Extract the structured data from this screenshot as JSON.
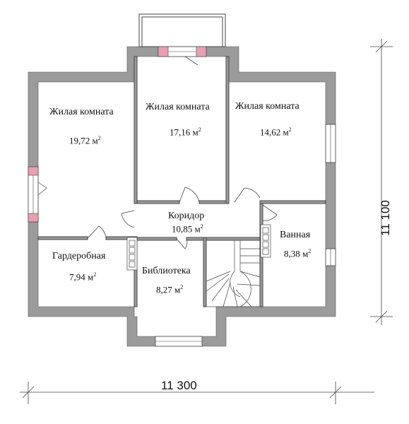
{
  "rooms": [
    {
      "id": "living-1",
      "name": "Жилая комната",
      "area": "19,72 м",
      "unit_exp": "2"
    },
    {
      "id": "living-2",
      "name": "Жилая комната",
      "area": "17,16 м",
      "unit_exp": "2"
    },
    {
      "id": "living-3",
      "name": "Жилая комната",
      "area": "14,62 м",
      "unit_exp": "2"
    },
    {
      "id": "corridor",
      "name": "Коридор",
      "area": "10,85 м",
      "unit_exp": "2"
    },
    {
      "id": "bathroom",
      "name": "Ванная",
      "area": "8,38 м",
      "unit_exp": "2"
    },
    {
      "id": "wardrobe",
      "name": "Гардеробная",
      "area": "7,94 м",
      "unit_exp": "2"
    },
    {
      "id": "library",
      "name": "Библиотека",
      "area": "8,27 м",
      "unit_exp": "2"
    }
  ],
  "dimensions": {
    "width": "11 300",
    "height": "11 100"
  },
  "colors": {
    "wall": "#9b9b9b",
    "line": "#333333",
    "window_sill": "#e8a0b0"
  }
}
